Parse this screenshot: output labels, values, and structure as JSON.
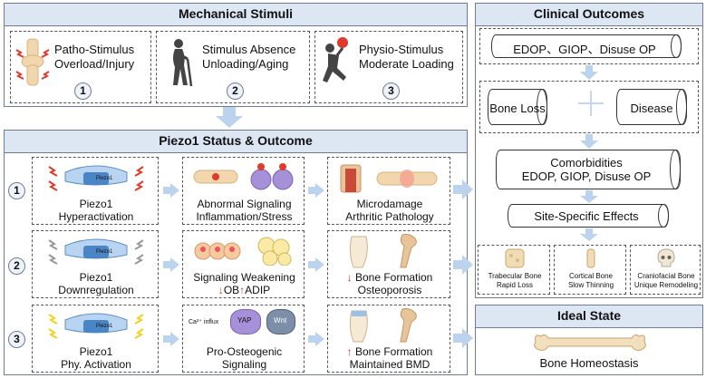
{
  "mechanical": {
    "title": "Mechanical Stimuli",
    "items": [
      {
        "num": "1",
        "line1": "Patho-Stimulus",
        "line2": "Overload/Injury",
        "icon": "knee-joint-icon"
      },
      {
        "num": "2",
        "line1": "Stimulus Absence",
        "line2": "Unloading/Aging",
        "icon": "elderly-person-icon"
      },
      {
        "num": "3",
        "line1": "Physio-Stimulus",
        "line2": "Moderate Loading",
        "icon": "exercising-person-icon"
      }
    ]
  },
  "piezo": {
    "title": "Piezo1 Status & Outcome",
    "rows": [
      {
        "num": "1",
        "status1": "Piezo1",
        "status2": "Hyperactivation",
        "signal1": "Abnormal Signaling",
        "signal2": "Inflammation/Stress",
        "out1": "Microdamage",
        "out2": "Arthritic Pathology",
        "channel_label": "Piezo1"
      },
      {
        "num": "2",
        "status1": "Piezo1",
        "status2": "Downregulation",
        "signal1": "Signaling Weakening",
        "signal2_a": "OB",
        "signal2_b": "ADIP",
        "out1": "Bone Formation",
        "out2": "Osteoporosis",
        "channel_label": "Piezo1"
      },
      {
        "num": "3",
        "status1": "Piezo1",
        "status2": "Phy. Activation",
        "signal1": "Pro-Osteogenic",
        "signal2": "Signaling",
        "out1": "Bone Formation",
        "out2": "Maintained BMD",
        "channel_label": "Piezo1",
        "chips": [
          "Ca²⁺ influx",
          "YAP",
          "Wnt"
        ]
      }
    ]
  },
  "clinical": {
    "title": "Clinical Outcomes",
    "top": "EDOP、GIOP、Disuse OP",
    "left": "Bone Loss",
    "right": "Disease",
    "comorb1": "Comorbidities",
    "comorb2": "EDOP, GIOP, Disuse OP",
    "site": "Site-Specific Effects",
    "sites": [
      {
        "l1": "Trabecular Bone",
        "l2": "Rapid Loss"
      },
      {
        "l1": "Cortical Bone",
        "l2": "Slow Thinning"
      },
      {
        "l1": "Craniofacial Bone",
        "l2": "Unique Remodeling"
      }
    ]
  },
  "ideal": {
    "title": "Ideal State",
    "text": "Bone Homeostasis"
  },
  "colors": {
    "panel_border": "#6f7d92",
    "panel_header": "#dde6f3",
    "arrow": "#bcd3ee",
    "red": "#e03a2a"
  }
}
